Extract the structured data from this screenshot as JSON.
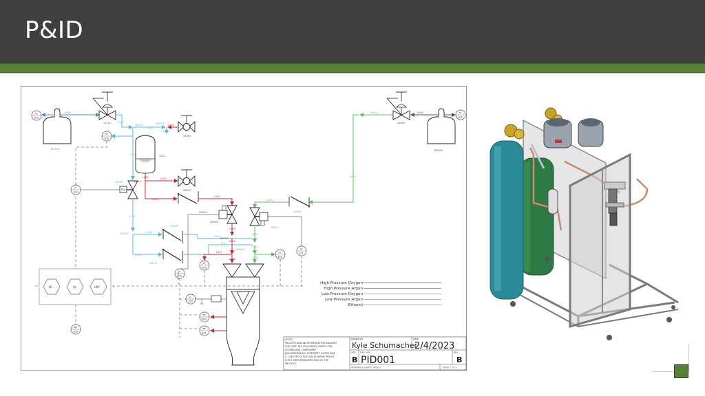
{
  "slide": {
    "title": "P&ID",
    "colors": {
      "header_bg": "#3f3f3f",
      "accent_green": "#5a7f36"
    }
  },
  "diagram": {
    "colors": {
      "high_pressure_oxygen": "#2f6b3a",
      "high_pressure_argon": "#4a8cc8",
      "low_pressure_oxygen": "#5dbb5d",
      "low_pressure_argon": "#5ab4e8",
      "ethanol": "#c0262c",
      "instrument": "#555555"
    },
    "legend": [
      {
        "label": "High Pressure Oxygen",
        "key": "high_pressure_oxygen"
      },
      {
        "label": "High Pressure Argon",
        "key": "high_pressure_argon"
      },
      {
        "label": "Low Pressure Oxygen",
        "key": "low_pressure_oxygen"
      },
      {
        "label": "Low Pressure Argon",
        "key": "low_pressure_argon"
      },
      {
        "label": "Ethanol",
        "key": "ethanol"
      }
    ],
    "equipment": {
      "argon_bottle": "BO100",
      "oxygen_bottle": "BO000",
      "argon_regulator": "VA100",
      "oxygen_regulator": "VA000",
      "ethanol_valve_top": "VA300",
      "ethanol_tank": "T201",
      "ethanol_valve_mid": "VA202",
      "argon_solenoid": "VA106",
      "argon_check_1": "VA108",
      "argon_check_2": "VA110",
      "ethanol_check": "VA203",
      "ethanol_main_valve": "VA204",
      "oxygen_main_valve": "VA001",
      "oxygen_check": "VA002"
    },
    "instruments": {
      "pi_argon": {
        "tag": "PI",
        "num": "100"
      },
      "pi_oxygen": {
        "tag": "PI",
        "num": "101"
      },
      "pt_argon": {
        "tag": "PT",
        "num": "100"
      },
      "iy_solenoid": {
        "tag": "IY",
        "num": "100"
      },
      "iy_eth_valve": {
        "tag": "IY",
        "num": "200"
      },
      "iy_ox_valve": {
        "tag": "IY",
        "num": "101"
      },
      "pt_ethanol": {
        "tag": "PT",
        "num": "200"
      },
      "pt_oxygen": {
        "tag": "PT",
        "num": "101"
      },
      "pt_chamber_1": {
        "tag": "PT",
        "num": "300"
      },
      "pt_chamber_2": {
        "tag": "PT",
        "num": "301"
      },
      "ii_igniter": {
        "tag": "II",
        "num": "100"
      },
      "wt_scale": {
        "tag": "WT",
        "num": "100"
      }
    },
    "controllers": [
      "KC",
      "UI",
      "URY"
    ],
    "line_labels": {
      "l100": "L100",
      "p101": "P101",
      "br101": "BR101",
      "l102": "L102",
      "br102": "BR102",
      "l103": "L103",
      "l105": "L105",
      "l107": "L107",
      "br107": "BR107",
      "l108": "L108",
      "l109": "L109",
      "l110": "L110",
      "l111": "L111",
      "l200": "L200",
      "l201": "L201",
      "br201": "BR201",
      "l202": "L202",
      "l203": "L203",
      "l204": "L204",
      "l205": "L205",
      "br205": "BR205",
      "l206": "L206",
      "l207": "L207",
      "l208": "L208",
      "l000": "L000",
      "p001": "P001",
      "l003": "L003",
      "l004": "L004",
      "l005": "L005",
      "br004": "BR004",
      "l006": "L006"
    },
    "title_block": {
      "notes_heading": "NOTES",
      "notes_lines": [
        "PROCESS AND INSTRUMENTATION DIAGRAM",
        "FOR CPPT. SEE FOLLOWING SHEETS FOR",
        "LEGEND AND COMPONENT",
        "DOCUMENTATION. INTERPRET AS PER ANSI -",
        "5.1 SEE PROCESS FLOW DIAGRAM PFD001",
        "FOR A SIMPLIFIED DEPICTION OF THE",
        "PROCESS."
      ],
      "drawn_by_label": "DRAWN BY",
      "drawn_by": "Kyle Schumacher",
      "date_label": "DATE",
      "date": "2/4/2023",
      "size_label": "SIZE",
      "size": "B",
      "dwg_no_label": "DWG. NO.",
      "dwg_no": "PID001",
      "rev_label": "REV.",
      "rev": "B",
      "reference": "REFERENCE SHEETS: PID002",
      "sheet": "SHEET 1 OF 3"
    }
  },
  "render": {
    "description": "3D CAD render of test stand cart with argon and oxygen cylinders"
  }
}
